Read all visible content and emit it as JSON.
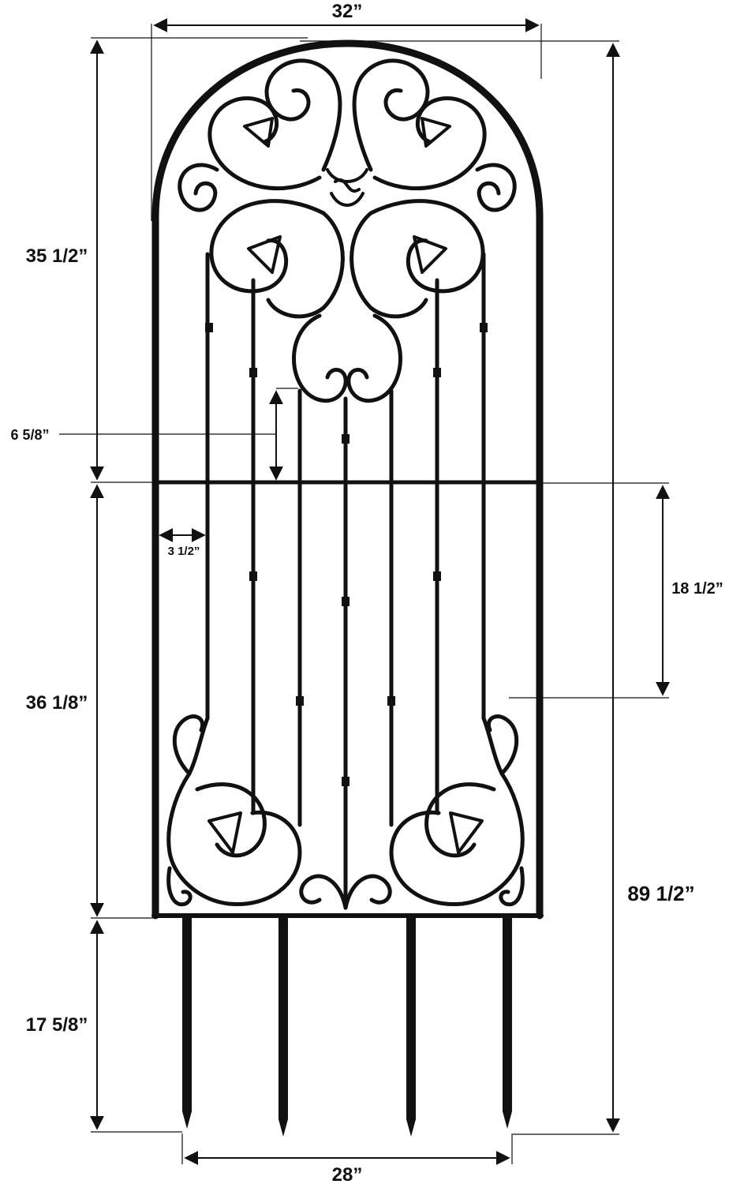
{
  "colors": {
    "iron": "#111111",
    "background": "#ffffff"
  },
  "dimensions": {
    "top_width": "32”",
    "bottom_width": "28”",
    "total_height": "89 1/2”",
    "arch_height": "35 1/2”",
    "panel_height": "36 1/8”",
    "stake_height": "17 5/8”",
    "scroll_gap": "6 5/8”",
    "bar_spacing": "3 1/2”",
    "side_height": "18 1/2”"
  }
}
